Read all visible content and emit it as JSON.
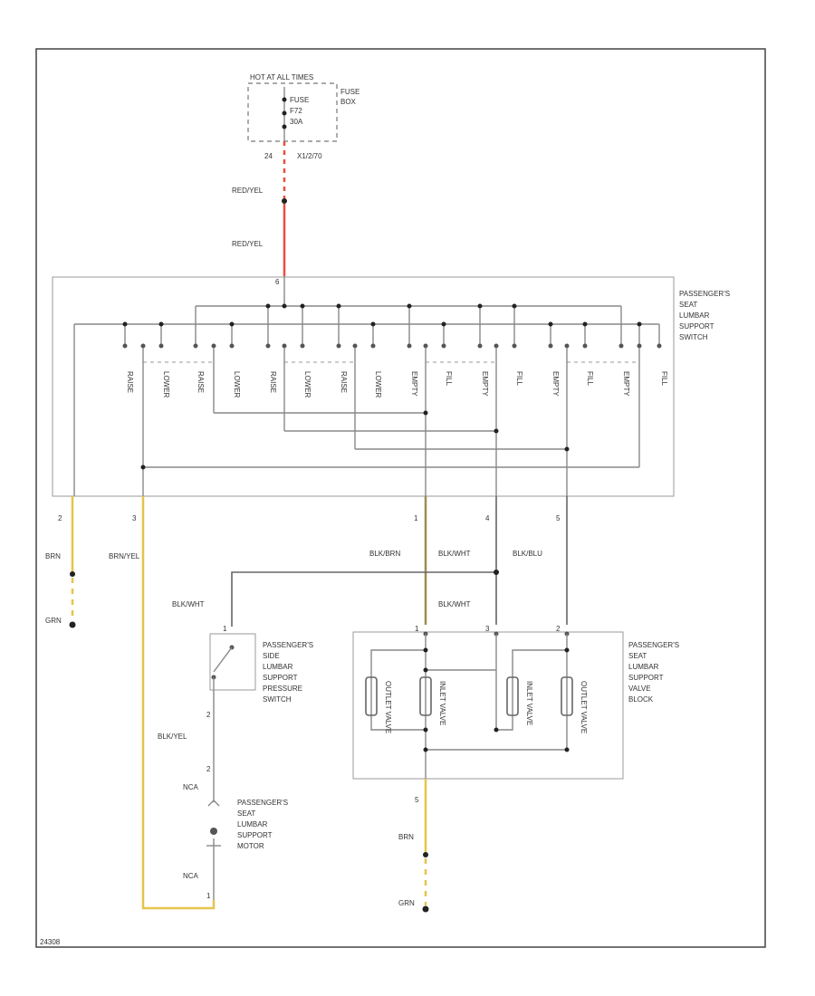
{
  "fuse_box": {
    "hot_label": "HOT AT ALL TIMES",
    "fuse_name": "FUSE",
    "fuse_id": "F72",
    "fuse_amps": "30A",
    "box_label": [
      "FUSE",
      "BOX"
    ],
    "pin_label": "24",
    "connector_label": "X1/2/70"
  },
  "wires": {
    "red_yel_1": "RED/YEL",
    "red_yel_2": "RED/YEL",
    "brn_left": "BRN",
    "brn_yel": "BRN/YEL",
    "gnd_left": "GRN",
    "blk_brn": "BLK/BRN",
    "blk_wht_top": "BLK/WHT",
    "blk_blu": "BLK/BLU",
    "blk_wht_left": "BLK/WHT",
    "blk_wht_mid": "BLK/WHT",
    "blk_yel": "BLK/YEL",
    "brn_bottom": "BRN",
    "gnd_bottom": "GRN"
  },
  "switch": {
    "title": [
      "PASSENGER'S",
      "SEAT",
      "LUMBAR",
      "SUPPORT",
      "SWITCH"
    ],
    "top_pin": "6",
    "columns": [
      "RAISE",
      "LOWER",
      "RAISE",
      "LOWER",
      "RAISE",
      "LOWER",
      "RAISE",
      "LOWER",
      "EMPTY",
      "FILL",
      "EMPTY",
      "FILL",
      "EMPTY",
      "FILL",
      "EMPTY",
      "FILL"
    ],
    "pins": {
      "p2": "2",
      "p3": "3",
      "p1": "1",
      "p4": "4",
      "p5": "5"
    }
  },
  "pressure_switch": {
    "title": [
      "PASSENGER'S",
      "SIDE",
      "LUMBAR",
      "SUPPORT",
      "PRESSURE",
      "SWITCH"
    ],
    "pin_top": "1",
    "pin_bottom": "2"
  },
  "motor": {
    "title": [
      "PASSENGER'S",
      "SEAT",
      "LUMBAR",
      "SUPPORT",
      "MOTOR"
    ],
    "pin_top": "2",
    "pin_bottom": "1",
    "conn_top": "NCA",
    "conn_bottom": "NCA"
  },
  "valve_block": {
    "title": [
      "PASSENGER'S",
      "SEAT",
      "LUMBAR",
      "SUPPORT",
      "VALVE",
      "BLOCK"
    ],
    "pins_top": [
      "1",
      "3",
      "2"
    ],
    "pin_bottom": "5",
    "valves": [
      "OUTLET VALVE",
      "INLET VALVE",
      "INLET VALVE",
      "OUTLET VALVE"
    ]
  },
  "footer": {
    "id": "24308"
  }
}
